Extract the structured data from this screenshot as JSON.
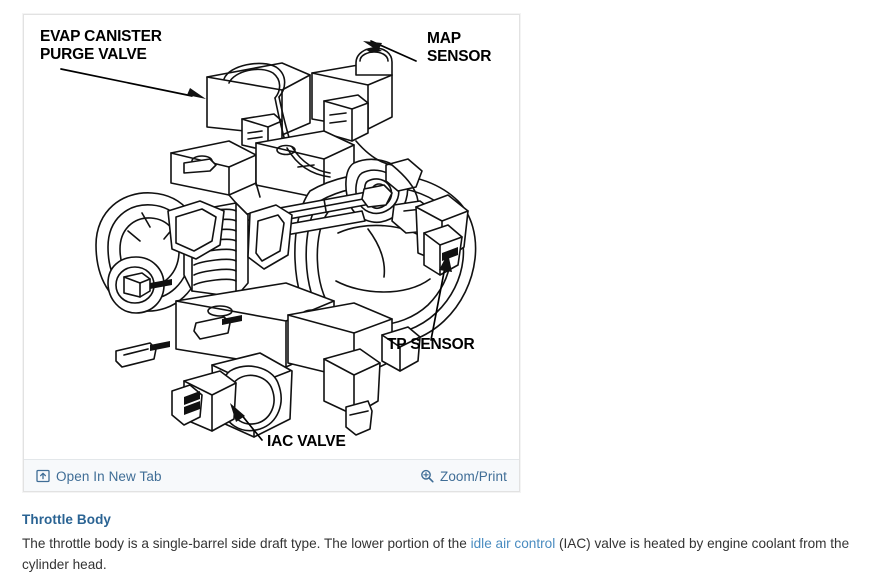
{
  "figure": {
    "alt_title": "Throttle body assembly exploded line drawing",
    "labels": [
      {
        "id": "evap",
        "line1": "EVAP CANISTER",
        "line2": "PURGE VALVE"
      },
      {
        "id": "map",
        "line1": "MAP",
        "line2": "SENSOR"
      },
      {
        "id": "tp",
        "line1": "TP SENSOR",
        "line2": ""
      },
      {
        "id": "iac",
        "line1": "IAC VALVE",
        "line2": ""
      }
    ],
    "toolbar": {
      "open_in_new_tab_label": "Open In New Tab",
      "open_in_new_tab_icon": "open-in-new-tab-icon",
      "zoom_print_label": "Zoom/Print",
      "zoom_print_icon": "magnifier-plus-icon",
      "link_color": "#3f6d96",
      "background": "#f7f9fb"
    }
  },
  "article": {
    "heading": "Throttle Body",
    "heading_color": "#2a6393",
    "paragraph_part_1": "The throttle body is a single-barrel side draft type. The lower portion of the ",
    "paragraph_link": "idle air control",
    "paragraph_part_2": " (IAC) valve is heated by engine coolant from the cylinder head.",
    "link_color": "#4a8cc0"
  }
}
